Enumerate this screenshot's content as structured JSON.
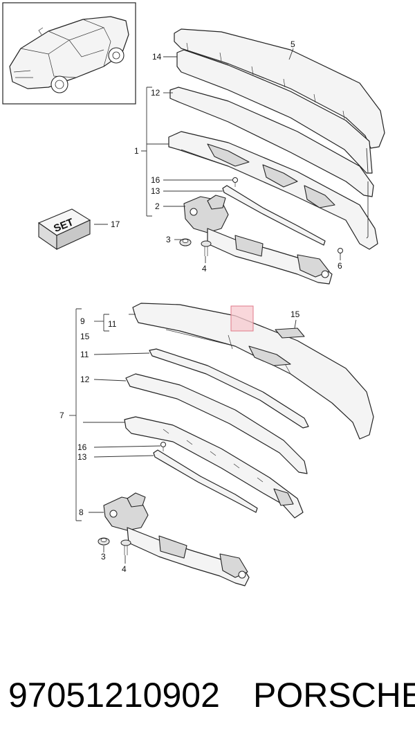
{
  "callouts_top": {
    "c14": "14",
    "c5": "5",
    "c12": "12",
    "c1": "1",
    "c16": "16",
    "c13": "13",
    "c2": "2",
    "c17": "17",
    "c3": "3",
    "c4": "4",
    "c6": "6"
  },
  "callouts_bottom": {
    "c9": "9",
    "c11a": "11",
    "c15a": "15",
    "c15b": "15",
    "c11b": "11",
    "c12": "12",
    "c7": "7",
    "c16": "16",
    "c13": "13",
    "c8": "8",
    "c3": "3",
    "c4": "4"
  },
  "set_box": {
    "label": "SET"
  },
  "footer": {
    "part_number": "97051210902",
    "brand": "PORSCHE"
  },
  "colors": {
    "highlight": "#f7c9cf",
    "highlight_stroke": "#e07a88",
    "ink": "#222222"
  }
}
